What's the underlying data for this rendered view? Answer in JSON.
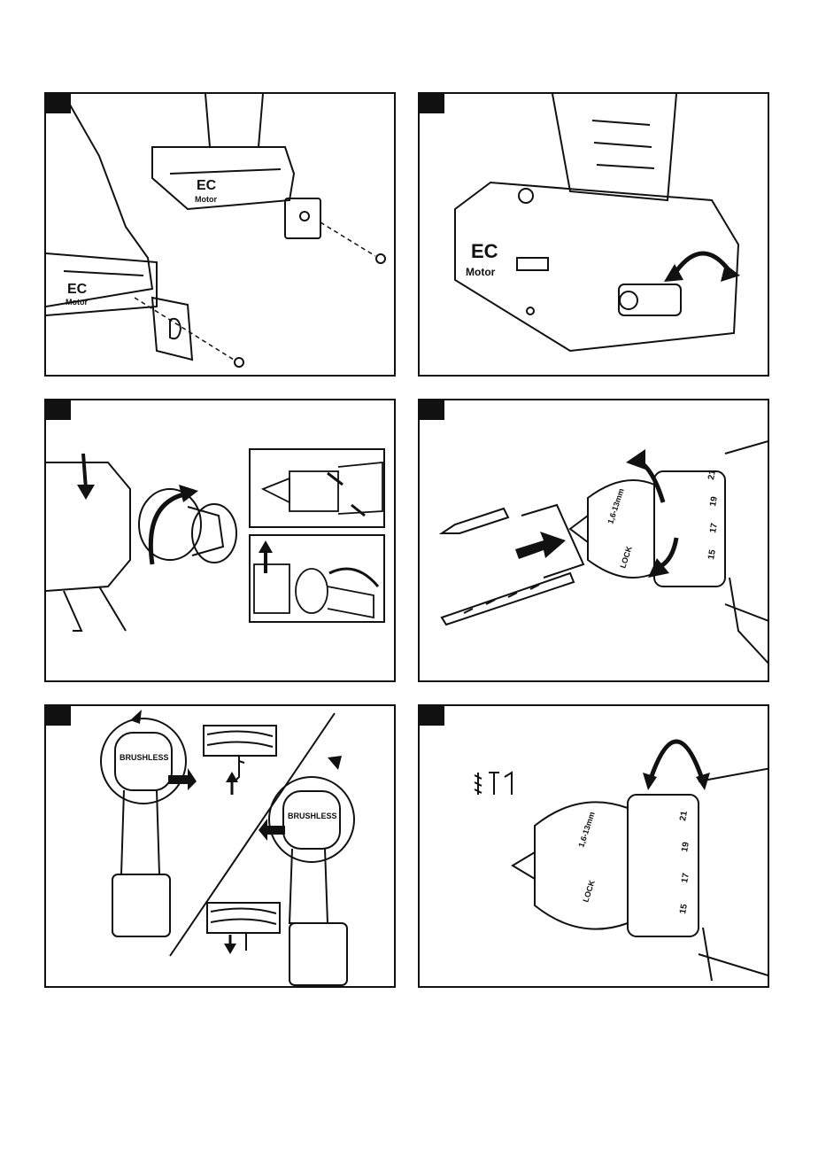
{
  "panels": [
    {
      "id": "p1",
      "labels": {
        "ec": "EC",
        "motor": "Motor"
      }
    },
    {
      "id": "p2",
      "labels": {
        "ec": "EC",
        "motor": "Motor"
      }
    },
    {
      "id": "p3",
      "labels": {}
    },
    {
      "id": "p4",
      "labels": {
        "chuck_range": "1,6-13mm",
        "lock": "LOCK",
        "torque_a": "15",
        "torque_b": "17",
        "torque_c": "19",
        "torque_d": "21"
      }
    },
    {
      "id": "p5",
      "labels": {
        "brand_left": "BRUSHLESS",
        "brand_right": "BRUSHLESS"
      }
    },
    {
      "id": "p6",
      "labels": {
        "chuck_range": "1,6-13mm",
        "lock": "LOCK",
        "torque_a": "15",
        "torque_b": "17",
        "torque_c": "19",
        "torque_d": "21"
      }
    }
  ]
}
